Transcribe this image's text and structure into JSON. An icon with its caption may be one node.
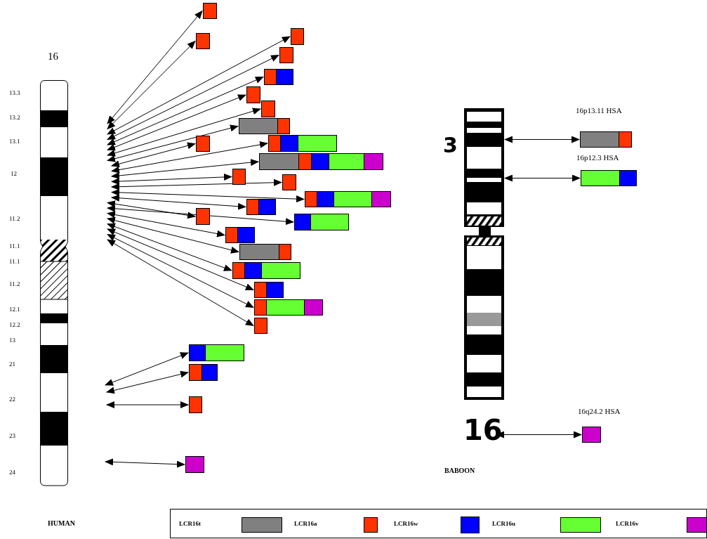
{
  "diagram": {
    "nodes": [
      {
        "text": [],
        "shape": "bar"
      },
      {
        "text": [],
        "shape": "bar"
      },
      {
        "text": [],
        "shape": "bar"
      },
      {
        "text": [],
        "shape": "bar"
      },
      {
        "text": [],
        "shape": "bar"
      },
      {
        "text": [],
        "shape": "bar"
      },
      {
        "text": [],
        "shape": "bar"
      },
      {
        "text": [],
        "shape": "bar"
      },
      {
        "text": [],
        "shape": "bar"
      },
      {
        "text": [],
        "shape": "bar"
      },
      {
        "text": [],
        "shape": "bar"
      },
      {
        "text": [],
        "shape": "bar"
      },
      {
        "text": [],
        "shape": "bar"
      },
      {
        "text": [],
        "shape": "bar"
      },
      {
        "text": [],
        "shape": "bar"
      },
      {
        "text": [],
        "shape": "bar"
      },
      {
        "text": [],
        "shape": "bar"
      },
      {
        "text": [],
        "shape": "bar"
      },
      {
        "text": [],
        "shape": "bar"
      },
      {
        "text": [],
        "shape": "bar"
      },
      {
        "text": [],
        "shape": "bar"
      },
      {
        "text": [],
        "shape": "bar"
      },
      {
        "text": [],
        "shape": "bar"
      },
      {
        "text": [],
        "shape": "bar"
      },
      {
        "text": [],
        "shape": "bar"
      },
      {
        "text": [],
        "shape": "bar"
      },
      {
        "text": [],
        "shape": "bar"
      },
      {
        "text": [],
        "shape": "bar",
        "beside": [
          "3"
        ]
      },
      {
        "text": [
          "16"
        ]
      },
      {
        "text": [
          "16p13.11 HSA"
        ]
      },
      {
        "text": [
          "16p12.3 HSA"
        ]
      },
      {
        "text": [
          "16q24.2 HSA"
        ]
      }
    ],
    "edges": [
      {
        "from": null,
        "to": 0,
        "arrow": "both"
      },
      {
        "from": null,
        "to": 1,
        "arrow": "both"
      },
      {
        "from": null,
        "to": 2,
        "arrow": "both"
      },
      {
        "from": null,
        "to": 3,
        "arrow": "both"
      },
      {
        "from": null,
        "to": 4,
        "arrow": "both"
      },
      {
        "from": null,
        "to": 5,
        "arrow": "both"
      },
      {
        "from": null,
        "to": 6,
        "arrow": "both"
      },
      {
        "from": null,
        "to": 7,
        "arrow": "both"
      },
      {
        "from": null,
        "to": 8,
        "arrow": "both"
      },
      {
        "from": null,
        "to": 9,
        "arrow": "both"
      },
      {
        "from": null,
        "to": 10,
        "arrow": "both"
      },
      {
        "from": null,
        "to": 11,
        "arrow": "both"
      },
      {
        "from": null,
        "to": 12,
        "arrow": "both"
      },
      {
        "from": null,
        "to": 13,
        "arrow": "both"
      },
      {
        "from": null,
        "to": 14,
        "arrow": "both"
      },
      {
        "from": null,
        "to": 15,
        "arrow": "both"
      },
      {
        "from": null,
        "to": 16,
        "arrow": "both"
      },
      {
        "from": null,
        "to": 17,
        "arrow": "both"
      },
      {
        "from": null,
        "to": 18,
        "arrow": "both"
      },
      {
        "from": null,
        "to": 19,
        "arrow": "both"
      },
      {
        "from": null,
        "to": 20,
        "arrow": "both"
      },
      {
        "from": null,
        "to": 21,
        "arrow": "both"
      },
      {
        "from": null,
        "to": 22,
        "arrow": "both"
      },
      {
        "from": null,
        "to": 23,
        "arrow": "both"
      },
      {
        "from": null,
        "to": 24,
        "arrow": "both"
      },
      {
        "from": null,
        "to": 25,
        "arrow": "both"
      },
      {
        "from": null,
        "to": 26,
        "arrow": "both"
      },
      {
        "from": 27,
        "to": 29,
        "arrow": "both"
      },
      {
        "from": 27,
        "to": 30,
        "arrow": "both"
      },
      {
        "from": 28,
        "to": 31,
        "arrow": "both"
      }
    ],
    "labels": [
      "16",
      "13.3",
      "13.2",
      "13.1",
      "12",
      "11.2",
      "11.1",
      "11.1",
      "11.2",
      "12.1",
      "12.2",
      "13",
      "21",
      "22",
      "23",
      "24",
      "BABOON",
      "HUMAN"
    ],
    "legend": [
      {
        "text": "LCR16t",
        "color": "#808080"
      },
      {
        "text": "LCR16a",
        "color": "#ff3300"
      },
      {
        "text": "LCR16w",
        "color": "#0000ff"
      },
      {
        "text": "LCR16u",
        "color": "#66ff33"
      },
      {
        "text": "LCR16v",
        "color": "#cc00cc"
      }
    ]
  }
}
